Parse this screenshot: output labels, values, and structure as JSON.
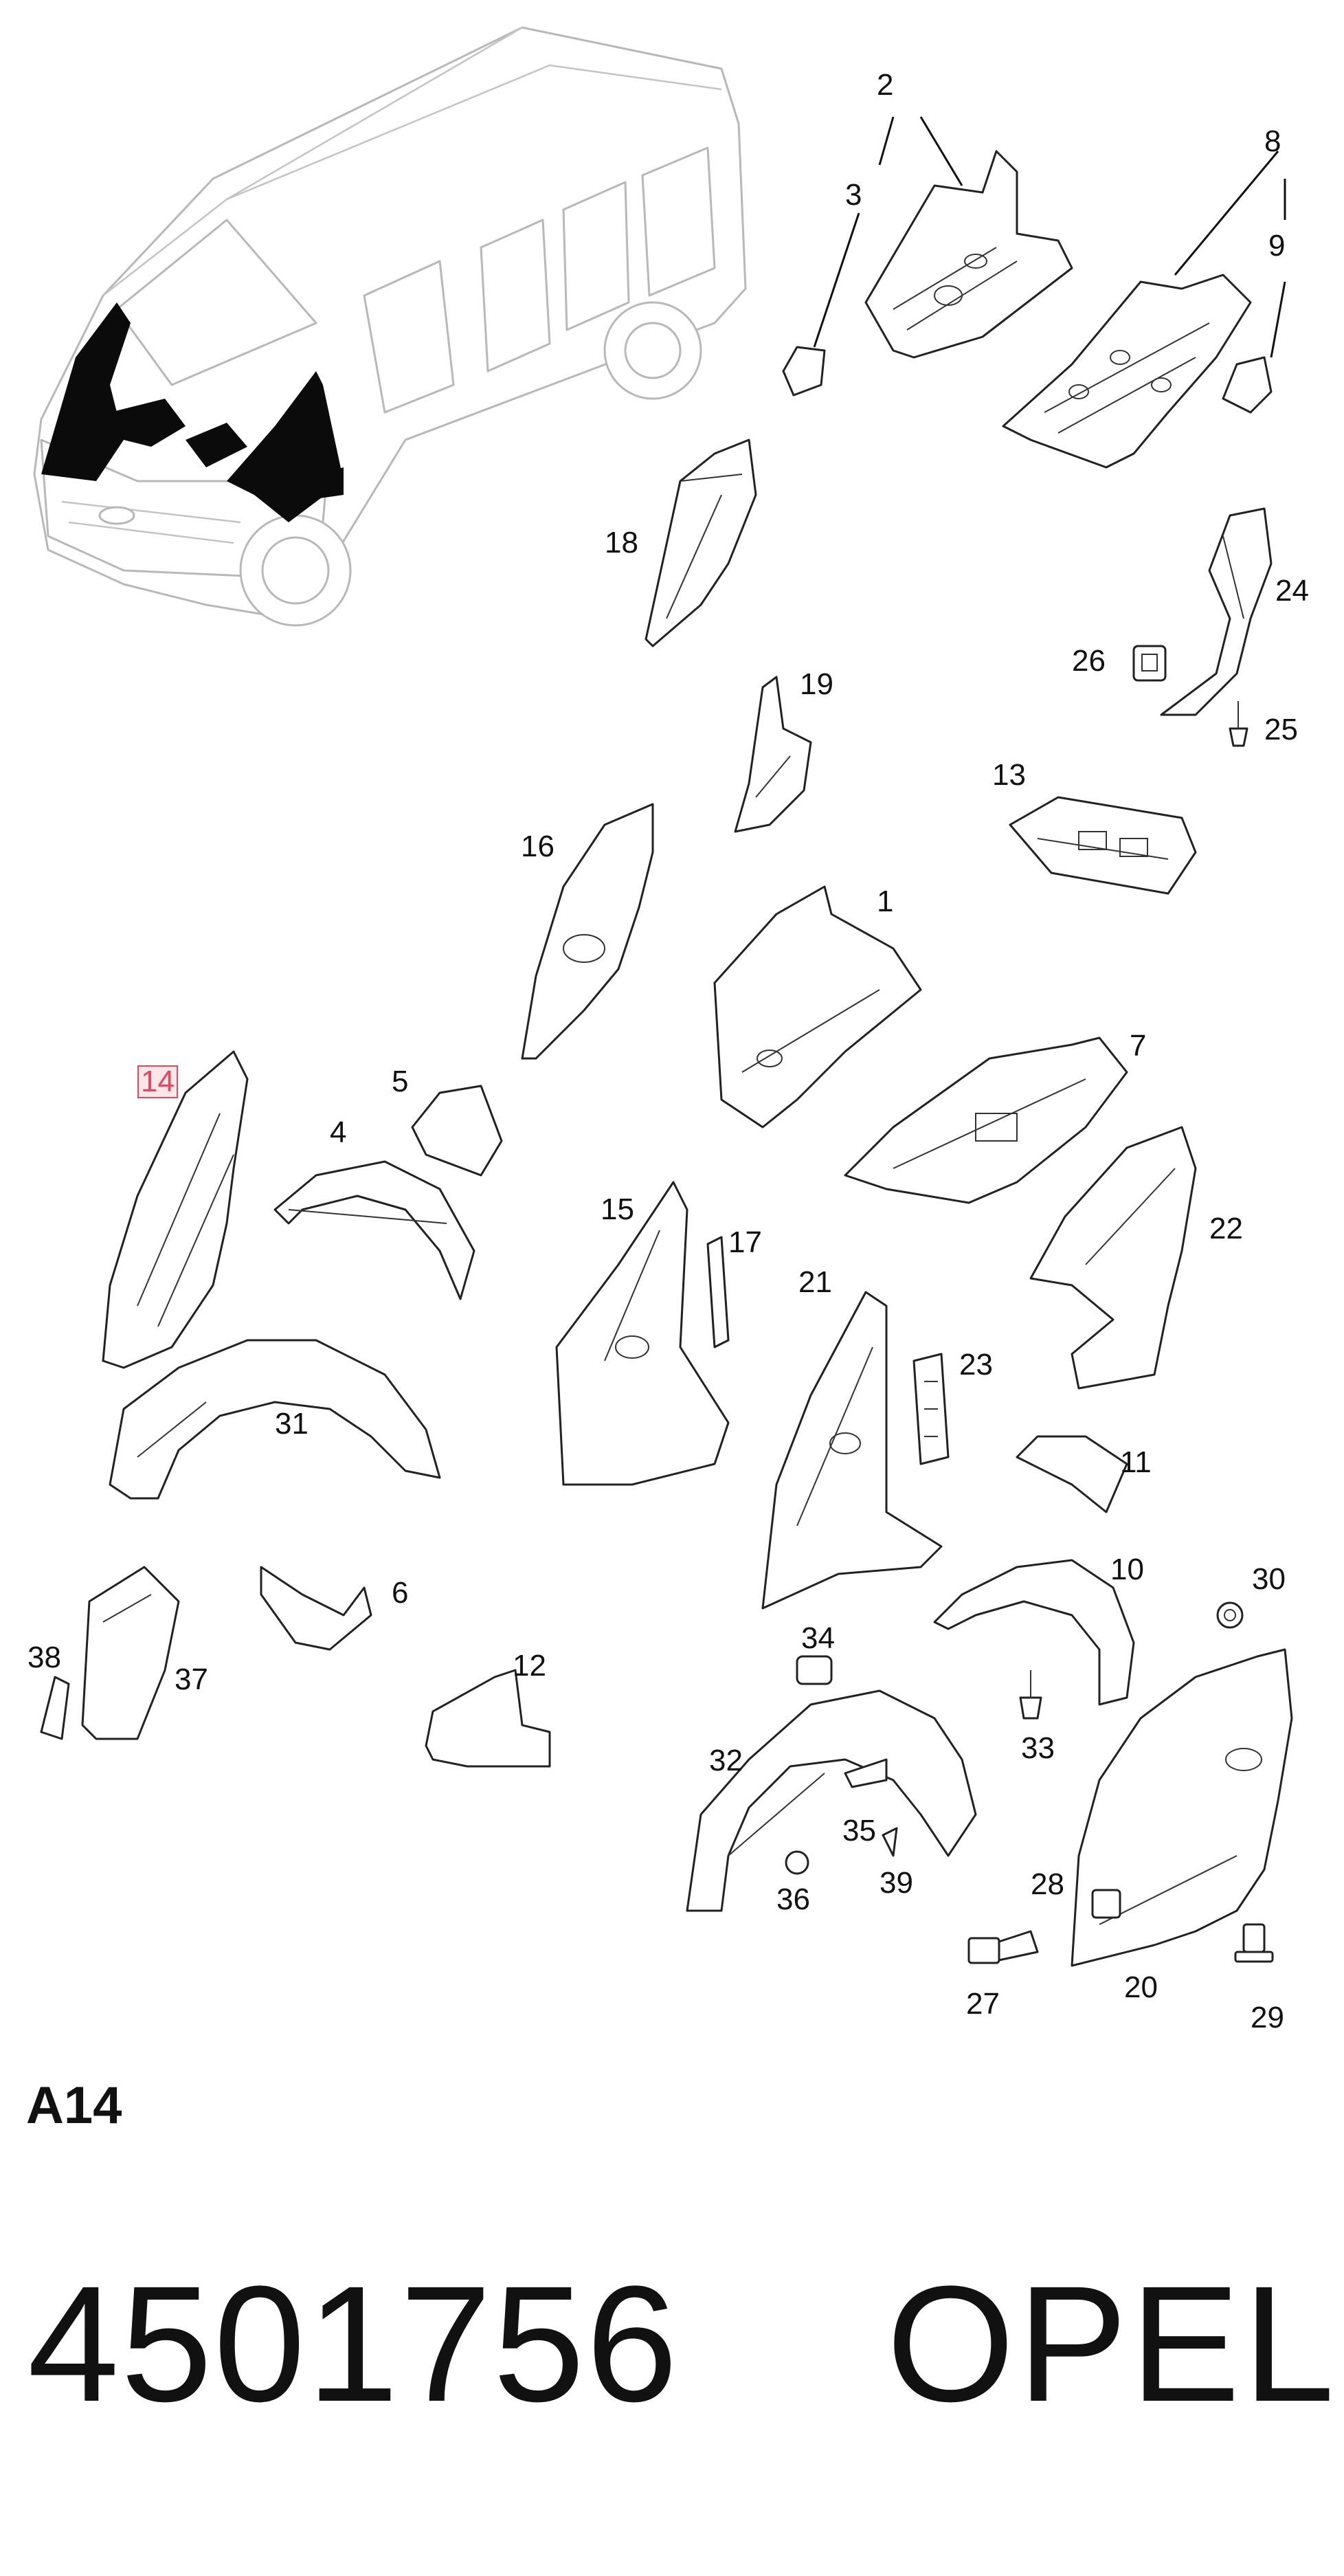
{
  "diagram": {
    "section_code": "A14",
    "part_number": "4501756",
    "brand": "OPEL",
    "highlighted_callout": "14",
    "callouts": [
      {
        "id": "c1",
        "text": "1"
      },
      {
        "id": "c2",
        "text": "2"
      },
      {
        "id": "c3",
        "text": "3"
      },
      {
        "id": "c4",
        "text": "4"
      },
      {
        "id": "c5",
        "text": "5"
      },
      {
        "id": "c6",
        "text": "6"
      },
      {
        "id": "c7",
        "text": "7"
      },
      {
        "id": "c8",
        "text": "8"
      },
      {
        "id": "c9",
        "text": "9"
      },
      {
        "id": "c10",
        "text": "10"
      },
      {
        "id": "c11",
        "text": "11"
      },
      {
        "id": "c12",
        "text": "12"
      },
      {
        "id": "c13",
        "text": "13"
      },
      {
        "id": "c14",
        "text": "14"
      },
      {
        "id": "c15",
        "text": "15"
      },
      {
        "id": "c16",
        "text": "16"
      },
      {
        "id": "c17",
        "text": "17"
      },
      {
        "id": "c18",
        "text": "18"
      },
      {
        "id": "c19",
        "text": "19"
      },
      {
        "id": "c20",
        "text": "20"
      },
      {
        "id": "c21",
        "text": "21"
      },
      {
        "id": "c22",
        "text": "22"
      },
      {
        "id": "c23",
        "text": "23"
      },
      {
        "id": "c24",
        "text": "24"
      },
      {
        "id": "c25",
        "text": "25"
      },
      {
        "id": "c26",
        "text": "26"
      },
      {
        "id": "c27",
        "text": "27"
      },
      {
        "id": "c28",
        "text": "28"
      },
      {
        "id": "c29",
        "text": "29"
      },
      {
        "id": "c30",
        "text": "30"
      },
      {
        "id": "c31",
        "text": "31"
      },
      {
        "id": "c32",
        "text": "32"
      },
      {
        "id": "c33",
        "text": "33"
      },
      {
        "id": "c34",
        "text": "34"
      },
      {
        "id": "c35",
        "text": "35"
      },
      {
        "id": "c36",
        "text": "36"
      },
      {
        "id": "c37",
        "text": "37"
      },
      {
        "id": "c38",
        "text": "38"
      },
      {
        "id": "c39",
        "text": "39"
      }
    ],
    "colors": {
      "line": "#222222",
      "vehicle_outline": "#b8b8b8",
      "highlight": "#e0485e",
      "highlight_fill": "#fde6ea"
    }
  }
}
